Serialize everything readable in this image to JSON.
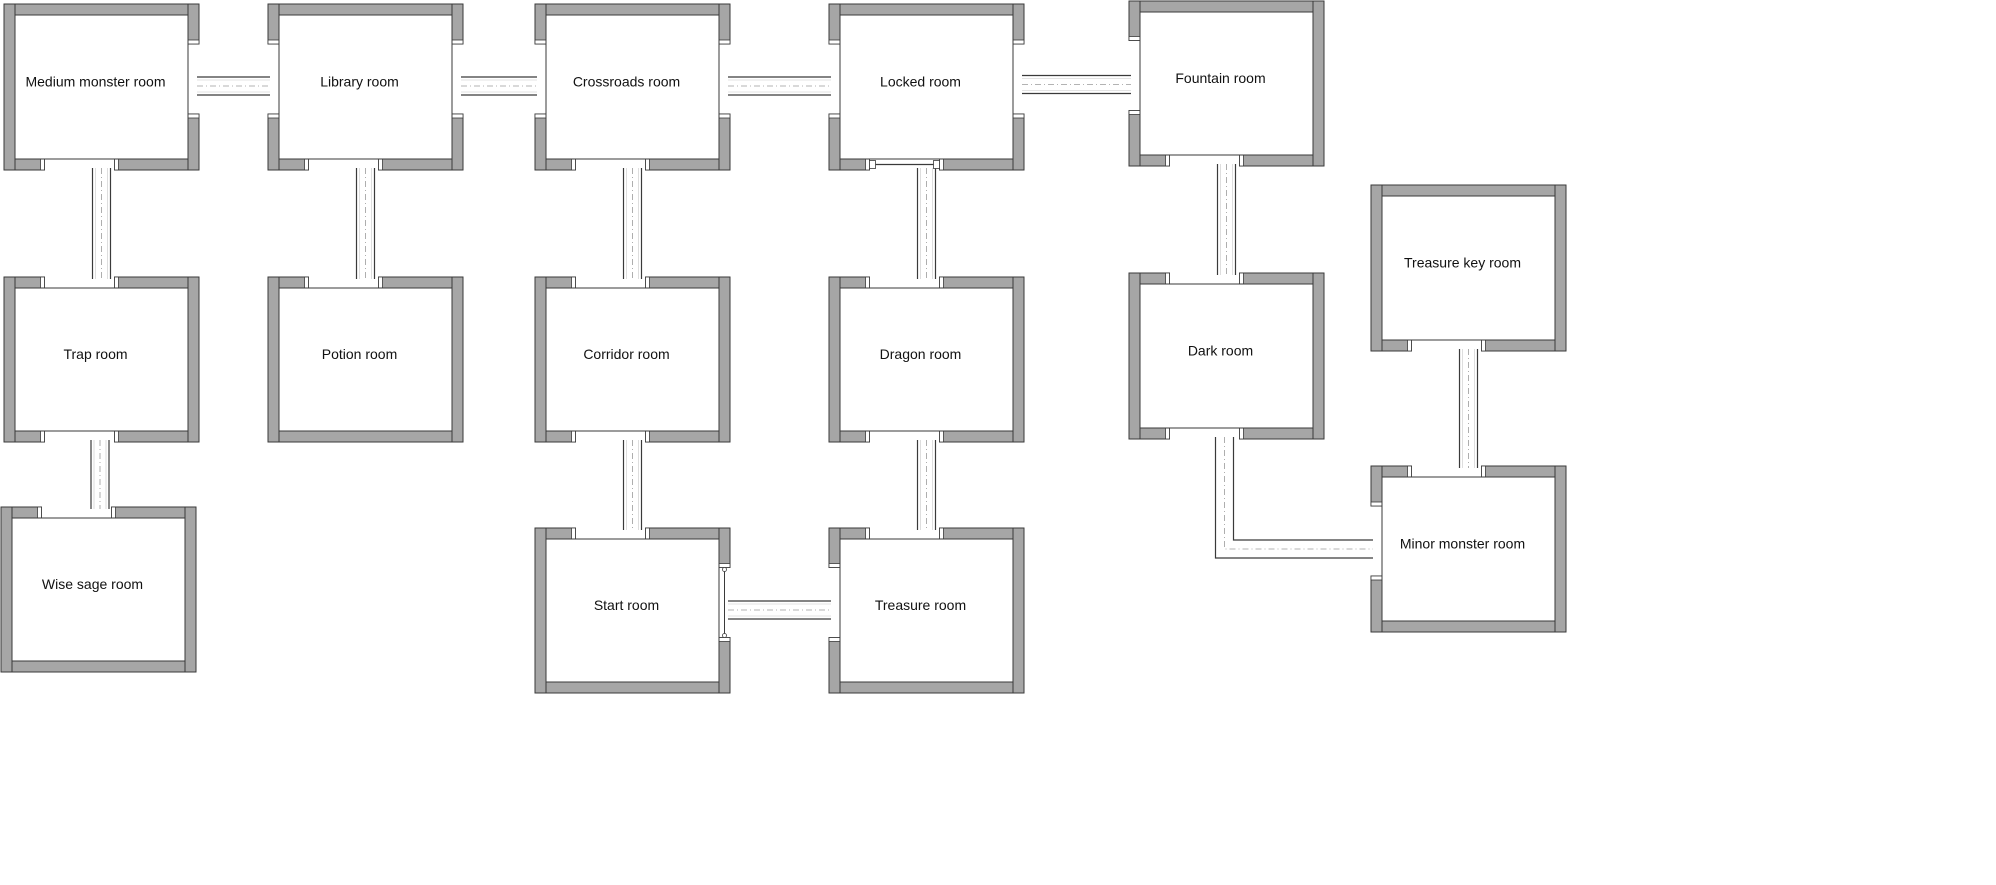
{
  "rooms": [
    {
      "id": "medium-monster",
      "label": "Medium monster room"
    },
    {
      "id": "library",
      "label": "Library room"
    },
    {
      "id": "crossroads",
      "label": "Crossroads room"
    },
    {
      "id": "locked",
      "label": "Locked room"
    },
    {
      "id": "fountain",
      "label": "Fountain room"
    },
    {
      "id": "trap",
      "label": "Trap room"
    },
    {
      "id": "potion",
      "label": "Potion room"
    },
    {
      "id": "corridor",
      "label": "Corridor room"
    },
    {
      "id": "dragon",
      "label": "Dragon room"
    },
    {
      "id": "dark",
      "label": "Dark room"
    },
    {
      "id": "treasure-key",
      "label": "Treasure key room"
    },
    {
      "id": "wise-sage",
      "label": "Wise sage room"
    },
    {
      "id": "start",
      "label": "Start room"
    },
    {
      "id": "treasure",
      "label": "Treasure room"
    },
    {
      "id": "minor-monster",
      "label": "Minor monster room"
    }
  ],
  "connections": [
    {
      "from": "medium-monster",
      "to": "library",
      "orientation": "horizontal"
    },
    {
      "from": "library",
      "to": "crossroads",
      "orientation": "horizontal"
    },
    {
      "from": "crossroads",
      "to": "locked",
      "orientation": "horizontal"
    },
    {
      "from": "locked",
      "to": "fountain",
      "orientation": "horizontal"
    },
    {
      "from": "medium-monster",
      "to": "trap",
      "orientation": "vertical"
    },
    {
      "from": "library",
      "to": "potion",
      "orientation": "vertical"
    },
    {
      "from": "crossroads",
      "to": "corridor",
      "orientation": "vertical"
    },
    {
      "from": "locked",
      "to": "dragon",
      "orientation": "vertical",
      "door": "locked"
    },
    {
      "from": "fountain",
      "to": "dark",
      "orientation": "vertical"
    },
    {
      "from": "trap",
      "to": "wise-sage",
      "orientation": "vertical"
    },
    {
      "from": "corridor",
      "to": "start",
      "orientation": "vertical"
    },
    {
      "from": "dragon",
      "to": "treasure",
      "orientation": "vertical"
    },
    {
      "from": "treasure-key",
      "to": "minor-monster",
      "orientation": "vertical"
    },
    {
      "from": "start",
      "to": "treasure",
      "orientation": "horizontal",
      "door": "hinged"
    },
    {
      "from": "dark",
      "to": "minor-monster",
      "orientation": "elbow"
    }
  ],
  "colors": {
    "wall": "#a6a6a6",
    "outline": "#3a3a3a",
    "floor": "#ffffff"
  }
}
